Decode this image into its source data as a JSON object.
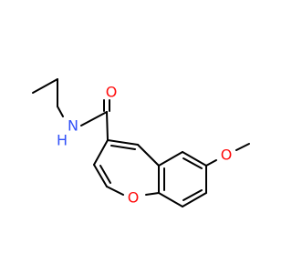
{
  "molecule": {
    "atoms": {
      "amide_oxygen": "O",
      "amide_nitrogen": "N",
      "amide_hydrogen": "H",
      "ring_oxygen": "O",
      "methoxy_oxygen": "O"
    },
    "colors": {
      "bond": "#000000",
      "oxygen": "#ff0d0d",
      "nitrogen": "#3050f8",
      "background": "#ffffff"
    }
  }
}
